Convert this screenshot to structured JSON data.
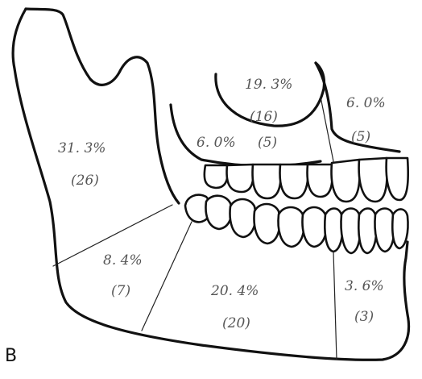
{
  "panel_label": "B",
  "regions": [
    {
      "id": "ramus",
      "percent": "31. 3%",
      "count": "(26)"
    },
    {
      "id": "angle",
      "percent": "8. 4%",
      "count": "(7)"
    },
    {
      "id": "body",
      "percent": "20. 4%",
      "count": "(20)"
    },
    {
      "id": "anterior-mandible",
      "percent": "3. 6%",
      "count": "(3)"
    },
    {
      "id": "maxilla-posterior",
      "percent": "6. 0%",
      "count": "(5)"
    },
    {
      "id": "maxilla-middle",
      "percent": "19. 3%",
      "count": "(16)"
    },
    {
      "id": "maxilla-anterior",
      "percent": "6. 0%",
      "count": "(5)"
    }
  ]
}
